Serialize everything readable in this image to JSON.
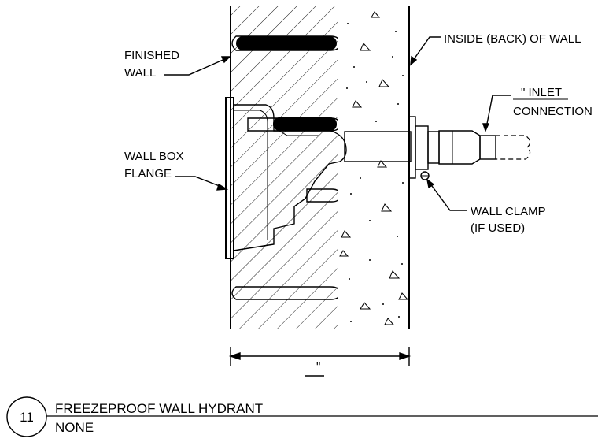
{
  "labels": {
    "finished_wall_1": "FINISHED",
    "finished_wall_2": "WALL",
    "wall_box_flange_1": "WALL BOX",
    "wall_box_flange_2": "FLANGE",
    "inside_wall": "INSIDE (BACK) OF WALL",
    "inlet_1": "\" INLET",
    "inlet_2": "CONNECTION",
    "wall_clamp_1": "WALL CLAMP",
    "wall_clamp_2": "(IF USED)",
    "dimension": "\""
  },
  "title_block": {
    "detail_number": "11",
    "title": "FREEZEPROOF WALL HYDRANT",
    "scale": "NONE"
  }
}
